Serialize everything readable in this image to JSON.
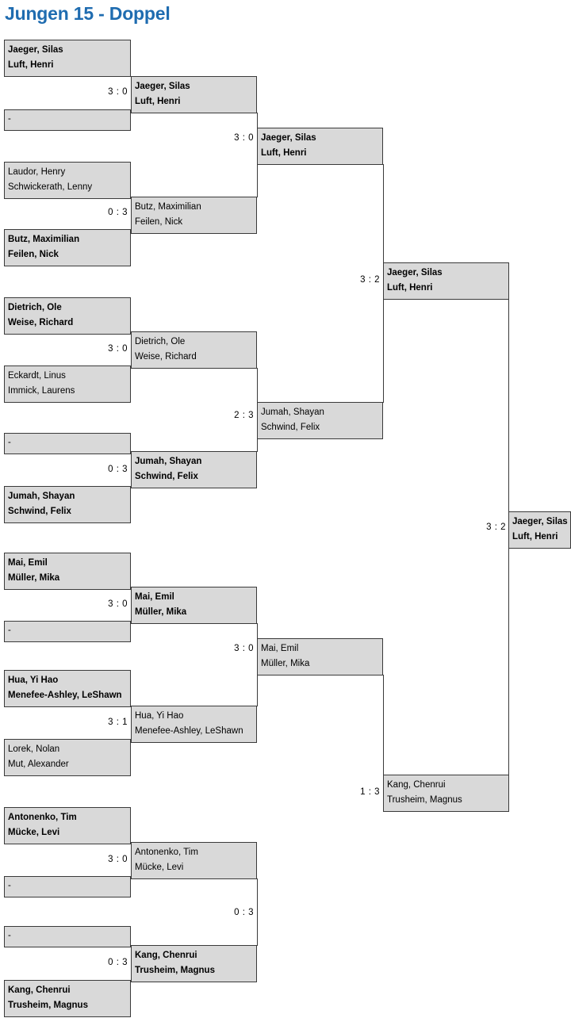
{
  "page": {
    "title": "Jungen 15 - Doppel",
    "title_color": "#1F6CB0",
    "box_fill": "#D9D9D9",
    "box_border": "#3A3A3A"
  },
  "bracket": {
    "rounds": [
      {
        "name": "round-of-16",
        "matches": [
          {
            "score": "3 : 0",
            "slots": [
              {
                "line1": "Jaeger, Silas",
                "line2": "Luft, Henri",
                "winner": true
              },
              {
                "line1": "-",
                "line2": "",
                "winner": false,
                "bye": true
              }
            ]
          },
          {
            "score": "0 : 3",
            "slots": [
              {
                "line1": "Laudor, Henry",
                "line2": "Schwickerath, Lenny",
                "winner": false
              },
              {
                "line1": "Butz, Maximilian",
                "line2": "Feilen, Nick",
                "winner": true
              }
            ]
          },
          {
            "score": "3 : 0",
            "slots": [
              {
                "line1": "Dietrich, Ole",
                "line2": "Weise, Richard",
                "winner": true
              },
              {
                "line1": "Eckardt, Linus",
                "line2": "Immick, Laurens",
                "winner": false
              }
            ]
          },
          {
            "score": "0 : 3",
            "slots": [
              {
                "line1": "-",
                "line2": "",
                "winner": false,
                "bye": true
              },
              {
                "line1": "Jumah, Shayan",
                "line2": "Schwind, Felix",
                "winner": true
              }
            ]
          },
          {
            "score": "3 : 0",
            "slots": [
              {
                "line1": "Mai, Emil",
                "line2": "Müller, Mika",
                "winner": true
              },
              {
                "line1": "-",
                "line2": "",
                "winner": false,
                "bye": true
              }
            ]
          },
          {
            "score": "3 : 1",
            "slots": [
              {
                "line1": "Hua, Yi Hao",
                "line2": "Menefee-Ashley, LeShawn",
                "winner": true
              },
              {
                "line1": "Lorek, Nolan",
                "line2": "Mut, Alexander",
                "winner": false
              }
            ]
          },
          {
            "score": "3 : 0",
            "slots": [
              {
                "line1": "Antonenko, Tim",
                "line2": "Mücke, Levi",
                "winner": true
              },
              {
                "line1": "-",
                "line2": "",
                "winner": false,
                "bye": true
              }
            ]
          },
          {
            "score": "0 : 3",
            "slots": [
              {
                "line1": "-",
                "line2": "",
                "winner": false,
                "bye": true
              },
              {
                "line1": "Kang, Chenrui",
                "line2": "Trusheim, Magnus",
                "winner": true
              }
            ]
          }
        ]
      },
      {
        "name": "quarterfinals",
        "matches": [
          {
            "score": "3 : 0",
            "slots": [
              {
                "line1": "Jaeger, Silas",
                "line2": "Luft, Henri",
                "winner": true
              },
              {
                "line1": "Butz, Maximilian",
                "line2": "Feilen, Nick",
                "winner": false
              }
            ]
          },
          {
            "score": "2 : 3",
            "slots": [
              {
                "line1": "Dietrich, Ole",
                "line2": "Weise, Richard",
                "winner": false
              },
              {
                "line1": "Jumah, Shayan",
                "line2": "Schwind, Felix",
                "winner": true
              }
            ]
          },
          {
            "score": "3 : 0",
            "slots": [
              {
                "line1": "Mai, Emil",
                "line2": "Müller, Mika",
                "winner": true
              },
              {
                "line1": "Hua, Yi Hao",
                "line2": "Menefee-Ashley, LeShawn",
                "winner": false
              }
            ]
          },
          {
            "score": "0 : 3",
            "slots": [
              {
                "line1": "Antonenko, Tim",
                "line2": "Mücke, Levi",
                "winner": false
              },
              {
                "line1": "Kang, Chenrui",
                "line2": "Trusheim, Magnus",
                "winner": true
              }
            ]
          }
        ]
      },
      {
        "name": "semifinals",
        "matches": [
          {
            "score": "3 : 2",
            "slots": [
              {
                "line1": "Jaeger, Silas",
                "line2": "Luft, Henri",
                "winner": true
              },
              {
                "line1": "Jumah, Shayan",
                "line2": "Schwind, Felix",
                "winner": false
              }
            ]
          },
          {
            "score": "1 : 3",
            "slots": [
              {
                "line1": "Mai, Emil",
                "line2": "Müller, Mika",
                "winner": false
              },
              {
                "line1": "Kang, Chenrui",
                "line2": "Trusheim, Magnus",
                "winner": true
              }
            ]
          }
        ]
      },
      {
        "name": "final",
        "matches": [
          {
            "score": "3 : 2",
            "slots": [
              {
                "line1": "Jaeger, Silas",
                "line2": "Luft, Henri",
                "winner": true
              }
            ]
          }
        ]
      }
    ]
  }
}
